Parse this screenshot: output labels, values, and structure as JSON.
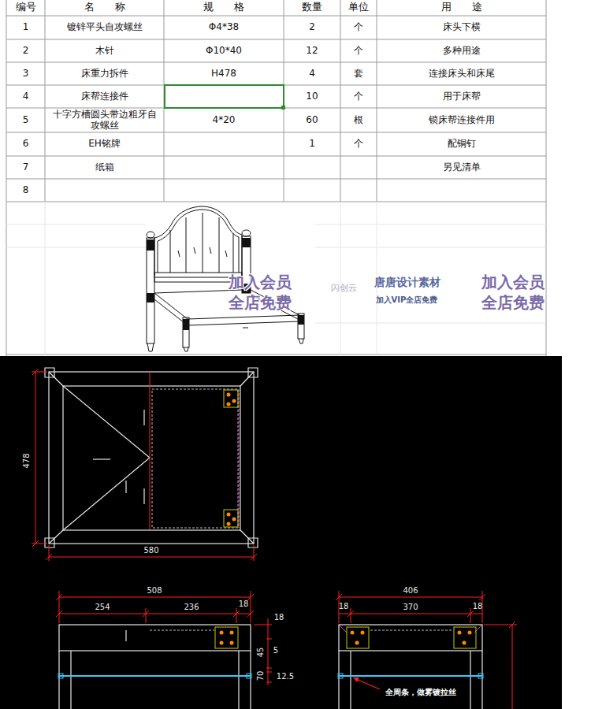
{
  "diagram": {
    "labels": [
      "编号",
      "名　　称",
      "规　　格",
      "数量",
      "单位",
      "用　　途",
      "1",
      "镀锌平头自攻螺丝",
      "Φ4*38",
      "2",
      "个",
      "床头下横",
      "2",
      "木针",
      "Φ10*40",
      "12",
      "个",
      "多种用途",
      "3",
      "床重力拆件",
      "H478",
      "4",
      "套",
      "连接床头和床尾",
      "4",
      "床帮连接件",
      "10",
      "个",
      "用于床帮",
      "5",
      "十字方槽圆头带边粗牙自攻螺丝",
      "4*20",
      "60",
      "根",
      "锁床帮连接件用",
      "6",
      "EH铭牌",
      "1",
      "个",
      "配铜钉",
      "7",
      "纸箱",
      "另见清单",
      "8",
      "加入会员 全店免费",
      "闪创云",
      "唐唐设计素材",
      "加入VIP全店免费",
      "加入会员 全店免费",
      "478",
      "580",
      "508",
      "254",
      "236",
      "18",
      "18",
      "45",
      "5",
      "70",
      "12.5",
      "406",
      "18",
      "370",
      "18",
      "全周条，做雾镀拉丝"
    ]
  }
}
